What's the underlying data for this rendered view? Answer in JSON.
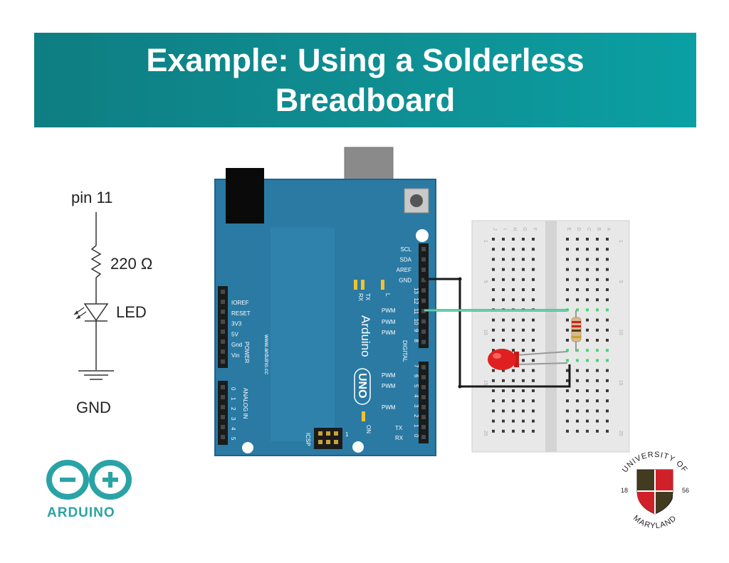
{
  "slide": {
    "title": "Example:  Using a Solderless Breadboard"
  },
  "schematic": {
    "pin_label": "pin 11",
    "resistor_label": "220 Ω",
    "led_label": "LED",
    "ground_label": "GND"
  },
  "arduino_board": {
    "brand": "Arduino",
    "model": "UNO",
    "url": "www.arduino.cc",
    "header_left_top": [
      "IOREF",
      "RESET",
      "3V3",
      "5V",
      "Gnd",
      "Vin"
    ],
    "power_label": "POWER",
    "analog_label": "ANALOG IN",
    "analog_pins": [
      "0",
      "1",
      "2",
      "3",
      "4",
      "5"
    ],
    "header_right_top": [
      "SCL",
      "SDA",
      "AREF",
      "GND"
    ],
    "digital_label": "DIGITAL",
    "digital_pins_top": [
      "13",
      "12",
      "11",
      "10",
      "9",
      "8"
    ],
    "digital_pins_bottom": [
      "7",
      "6",
      "5",
      "4",
      "3",
      "2",
      "1",
      "0"
    ],
    "pwm_label": "PWM",
    "tx_label": "TX",
    "rx_label": "RX",
    "l_label": "L",
    "on_label": "ON",
    "icsp_label": "ICSP",
    "icsp_pin1": "1"
  },
  "breadboard": {
    "row_numbers": [
      "1",
      "5",
      "10",
      "15",
      "20"
    ],
    "column_letters_left": [
      "J",
      "I",
      "H",
      "G",
      "F"
    ],
    "column_letters_right": [
      "E",
      "D",
      "C",
      "B",
      "A"
    ]
  },
  "logos": {
    "arduino_text": "ARDUINO",
    "umd_top": "UNIVERSITY OF",
    "umd_bottom": "MARYLAND",
    "umd_year_left": "18",
    "umd_year_right": "56"
  },
  "colors": {
    "banner": "#0f8f93",
    "board": "#2a7aa4",
    "signal_wire": "#2fb58a",
    "ground_wire": "#1a1a1a",
    "led": "#e02020",
    "arduino_logo": "#2aa3a6",
    "umd_red": "#d0202a",
    "umd_yellow": "#f5c518"
  }
}
